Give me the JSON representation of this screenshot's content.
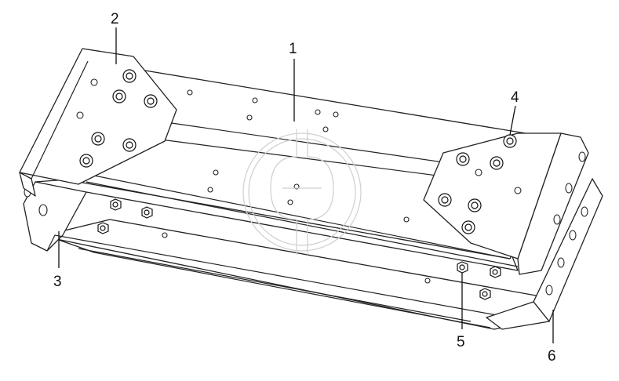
{
  "callouts": [
    {
      "id": "1",
      "label": "1"
    },
    {
      "id": "2",
      "label": "2"
    },
    {
      "id": "3",
      "label": "3"
    },
    {
      "id": "4",
      "label": "4"
    },
    {
      "id": "5",
      "label": "5"
    },
    {
      "id": "6",
      "label": "6"
    }
  ],
  "parts": {
    "1": "center-frame-plate",
    "2": "left-mounting-bracket",
    "3": "left-lower-rail",
    "4": "right-mounting-bracket",
    "5": "nut",
    "6": "right-lower-rail"
  },
  "watermark": "logo-watermark"
}
